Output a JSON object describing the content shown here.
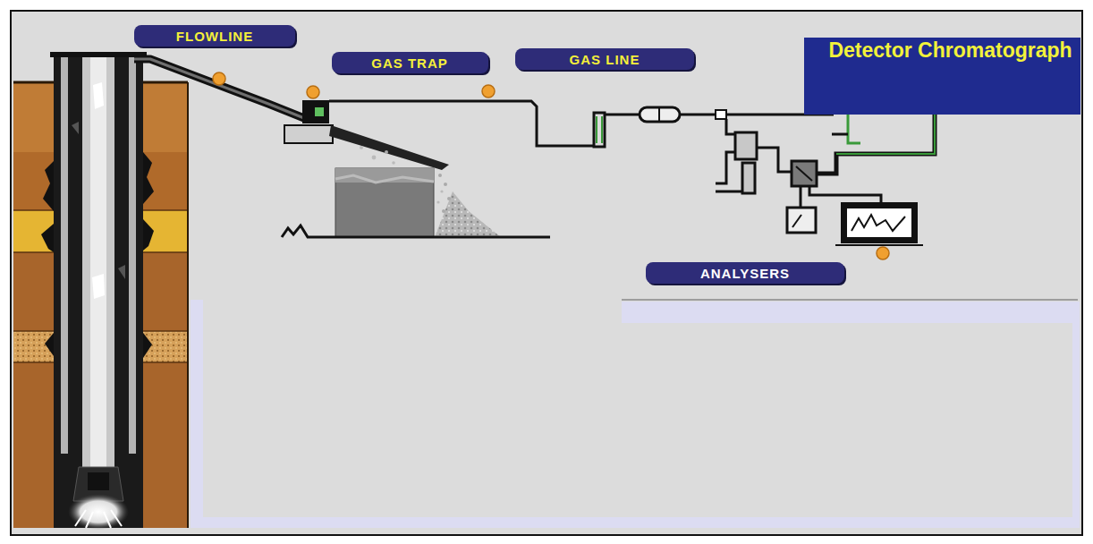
{
  "diagram": {
    "nodes": [
      {
        "text": [
          "FLOWLINE"
        ]
      },
      {
        "text": [
          "GAS TRAP"
        ]
      },
      {
        "text": [
          "GAS LINE"
        ]
      },
      {
        "text": [
          "Detector Chromatograph"
        ]
      },
      {
        "text": [
          "ANALYSERS"
        ]
      }
    ]
  }
}
